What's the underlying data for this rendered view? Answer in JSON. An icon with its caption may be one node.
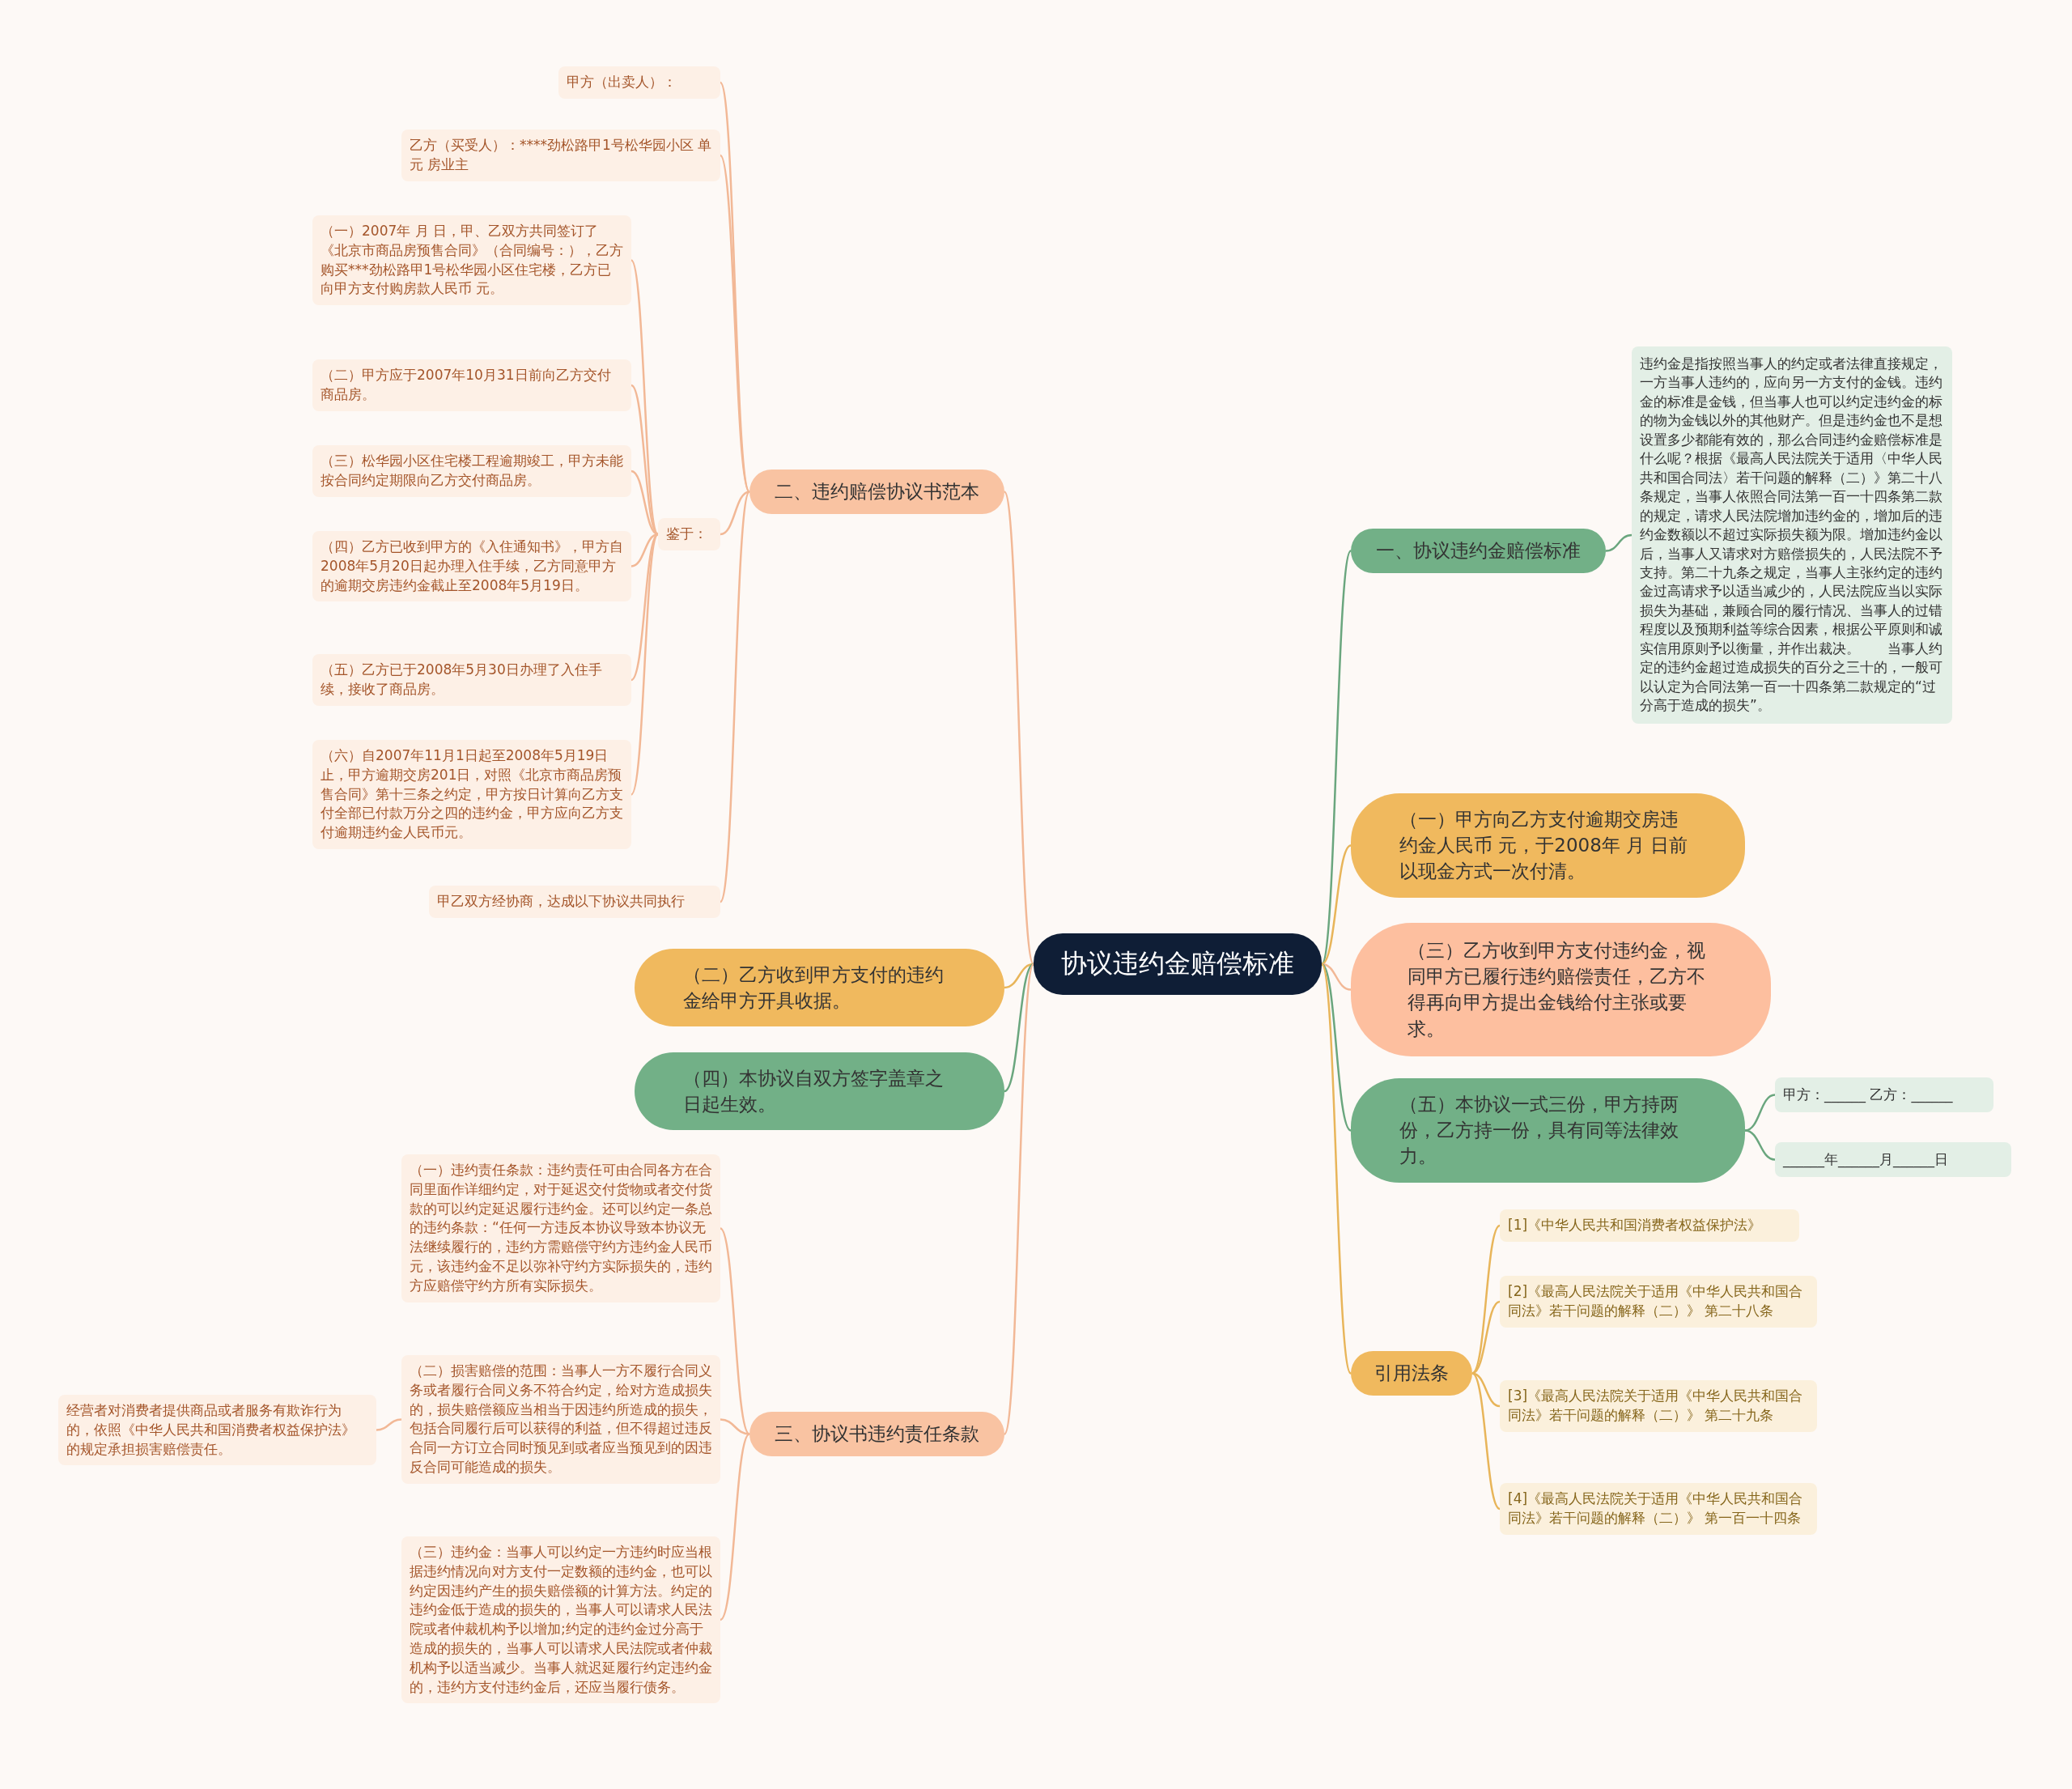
{
  "diagram": {
    "nodes": [
      {
        "text": [
          "协议违约金赔偿标准"
        ]
      },
      {
        "text": [
          "二、违约赔偿协议书范本"
        ]
      },
      {
        "text": [
          "鉴于："
        ]
      },
      {
        "text": [
          "甲方（出卖人）："
        ]
      },
      {
        "text": [
          "乙方（买受人）：****劲松路甲1号松华园小区 单元 房业主"
        ]
      },
      {
        "text": [
          "（一）2007年 月 日，甲、乙双方共同签订了《北京市商品房预售合同》（合同编号：），乙方购买***劲松路甲1号松华园小区住宅楼，乙方已向甲方支付购房款人民币 元。"
        ]
      },
      {
        "text": [
          "（二）甲方应于2007年10月31日前向乙方交付商品房。"
        ]
      },
      {
        "text": [
          "（三）松华园小区住宅楼工程逾期竣工，甲方未能按合同约定期限向乙方交付商品房。"
        ]
      },
      {
        "text": [
          "（四）乙方已收到甲方的《入住通知书》，甲方自2008年5月20日起办理入住手续，乙方同意甲方的逾期交房违约金截止至2008年5月19日。"
        ]
      },
      {
        "text": [
          "（五）乙方已于2008年5月30日办理了入住手续，接收了商品房。"
        ]
      },
      {
        "text": [
          "（六）自2007年11月1日起至2008年5月19日止，甲方逾期交房201日，对照《北京市商品房预售合同》第十三条之约定，甲方按日计算向乙方支付全部已付款万分之四的违约金，甲方应向乙方支付逾期违约金人民币元。"
        ]
      },
      {
        "text": [
          "甲乙双方经协商，达成以下协议共同执行"
        ]
      },
      {
        "text": [
          "（二）乙方收到甲方支付的违约金给甲方开具收据。"
        ]
      },
      {
        "text": [
          "（四）本协议自双方签字盖章之日起生效。"
        ]
      },
      {
        "text": [
          "三、协议书违约责任条款"
        ]
      },
      {
        "text": [
          "（一）违约责任条款：违约责任可由合同各方在合同里面作详细约定，对于延迟交付货物或者交付货款的可以约定延迟履行违约金。还可以约定一条总的违约条款：“任何一方违反本协议导致本协议无法继续履行的，违约方需赔偿守约方违约金人民币元，该违约金不足以弥补守约方实际损失的，违约方应赔偿守约方所有实际损失。"
        ]
      },
      {
        "text": [
          "（二）损害赔偿的范围：当事人一方不履行合同义务或者履行合同义务不符合约定，给对方造成损失的，损失赔偿额应当相当于因违约所造成的损失，包括合同履行后可以获得的利益，但不得超过违反合同一方订立合同时预见到或者应当预见到的因违反合同可能造成的损失。"
        ]
      },
      {
        "text": [
          "经营者对消费者提供商品或者服务有欺诈行为的，依照《中华人民共和国消费者权益保护法》的规定承担损害赔偿责任。"
        ]
      },
      {
        "text": [
          "（三）违约金：当事人可以约定一方违约时应当根据违约情况向对方支付一定数额的违约金，也可以约定因违约产生的损失赔偿额的计算方法。约定的违约金低于造成的损失的，当事人可以请求人民法院或者仲裁机构予以增加;约定的违约金过分高于造成的损失的，当事人可以请求人民法院或者仲裁机构予以适当减少。当事人就迟延履行约定违约金的，违约方支付违约金后，还应当履行债务。"
        ]
      },
      {
        "text": [
          "一、协议违约金赔偿标准"
        ]
      },
      {
        "text": [
          "违约金是指按照当事人的约定或者法律直接规定，一方当事人违约的，应向另一方支付的金钱。违约金的标准是金钱，但当事人也可以约定违约金的标的物为金钱以外的其他财产。但是违约金也不是想设置多少都能有效的，那么合同违约金赔偿标准是什么呢？根据《最高人民法院关于适用〈中华人民共和国合同法〉若干问题的解释（二）》第二十八条规定，当事人依照合同法第一百一十四条第二款的规定，请求人民法院增加违约金的，增加后的违约金数额以不超过实际损失额为限。增加违约金以后，当事人又请求对方赔偿损失的，人民法院不予支持。第二十九条之规定，当事人主张约定的违约金过高请求予以适当减少的，人民法院应当以实际损失为基础，兼顾合同的履行情况、当事人的过错程度以及预期利益等综合因素，根据公平原则和诚实信用原则予以衡量，并作出裁决。　　当事人约定的违约金超过造成损失的百分之三十的，一般可以认定为合同法第一百一十四条第二款规定的“过分高于造成的损失”。"
        ]
      },
      {
        "text": [
          "（一）甲方向乙方支付逾期交房违约金人民币 元，于2008年 月 日前以现金方式一次付清。"
        ]
      },
      {
        "text": [
          "（三）乙方收到甲方支付违约金，视同甲方已履行违约赔偿责任，乙方不得再向甲方提出金钱给付主张或要求。"
        ]
      },
      {
        "text": [
          "（五）本协议一式三份，甲方持两份，乙方持一份，具有同等法律效力。"
        ]
      },
      {
        "text": [
          "甲方：______ 乙方：______"
        ]
      },
      {
        "text": [
          "______年______月______日"
        ]
      },
      {
        "text": [
          "引用法条"
        ]
      },
      {
        "text": [
          "[1]《中华人民共和国消费者权益保护法》"
        ]
      },
      {
        "text": [
          "[2]《最高人民法院关于适用《中华人民共和国合同法》若干问题的解释（二）》 第二十八条"
        ]
      },
      {
        "text": [
          "[3]《最高人民法院关于适用《中华人民共和国合同法》若干问题的解释（二）》 第二十九条"
        ]
      },
      {
        "text": [
          "[4]《最高人民法院关于适用《中华人民共和国合同法》若干问题的解释（二）》 第一百一十四条"
        ]
      }
    ],
    "edges": [
      {
        "from": 0,
        "to": 1,
        "arrow": "none"
      },
      {
        "from": 1,
        "to": 3,
        "arrow": "none"
      },
      {
        "from": 1,
        "to": 4,
        "arrow": "none"
      },
      {
        "from": 1,
        "to": 2,
        "arrow": "none"
      },
      {
        "from": 2,
        "to": 5,
        "arrow": "none"
      },
      {
        "from": 2,
        "to": 6,
        "arrow": "none"
      },
      {
        "from": 2,
        "to": 7,
        "arrow": "none"
      },
      {
        "from": 2,
        "to": 8,
        "arrow": "none"
      },
      {
        "from": 2,
        "to": 9,
        "arrow": "none"
      },
      {
        "from": 2,
        "to": 10,
        "arrow": "none"
      },
      {
        "from": 1,
        "to": 11,
        "arrow": "none"
      },
      {
        "from": 0,
        "to": 12,
        "arrow": "none",
        "color": "#e8b55a"
      },
      {
        "from": 0,
        "to": 13,
        "arrow": "none",
        "color": "#6aa67e"
      },
      {
        "from": 0,
        "to": 14,
        "arrow": "none"
      },
      {
        "from": 14,
        "to": 15,
        "arrow": "none"
      },
      {
        "from": 14,
        "to": 16,
        "arrow": "none"
      },
      {
        "from": 16,
        "to": 17,
        "arrow": "none"
      },
      {
        "from": 14,
        "to": 18,
        "arrow": "none"
      },
      {
        "from": 0,
        "to": 19,
        "arrow": "none",
        "color": "#6aa67e"
      },
      {
        "from": 19,
        "to": 20,
        "arrow": "none",
        "color": "#6aa67e"
      },
      {
        "from": 0,
        "to": 21,
        "arrow": "none",
        "color": "#e8b55a"
      },
      {
        "from": 0,
        "to": 22,
        "arrow": "none"
      },
      {
        "from": 0,
        "to": 23,
        "arrow": "none",
        "color": "#6aa67e"
      },
      {
        "from": 23,
        "to": 24,
        "arrow": "none",
        "color": "#6aa67e"
      },
      {
        "from": 23,
        "to": 25,
        "arrow": "none",
        "color": "#6aa67e"
      },
      {
        "from": 0,
        "to": 26,
        "arrow": "none",
        "color": "#e8b55a"
      },
      {
        "from": 26,
        "to": 27,
        "arrow": "none",
        "color": "#e8b55a"
      },
      {
        "from": 26,
        "to": 28,
        "arrow": "none",
        "color": "#e8b55a"
      },
      {
        "from": 26,
        "to": 29,
        "arrow": "none",
        "color": "#e8b55a"
      },
      {
        "from": 26,
        "to": 30,
        "arrow": "none",
        "color": "#e8b55a"
      }
    ]
  }
}
